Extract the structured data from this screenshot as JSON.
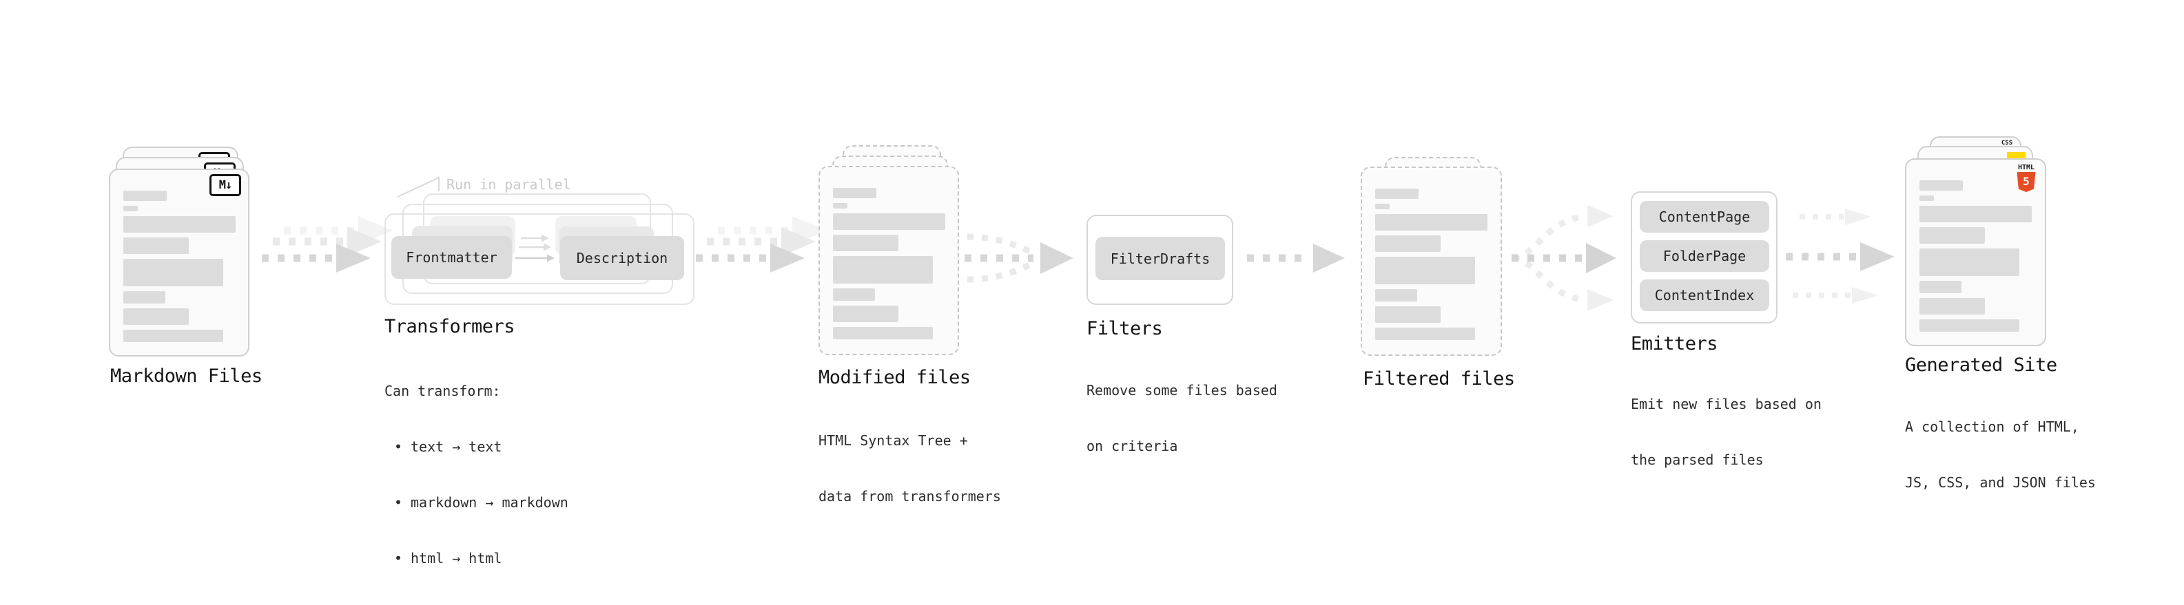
{
  "sections": {
    "markdown_files": {
      "title": "Markdown Files",
      "icon_label": "M↓"
    },
    "transformers": {
      "callout": "Run in parallel",
      "stages": [
        "Frontmatter",
        "Description"
      ],
      "title": "Transformers",
      "lead": "Can transform:",
      "bullet_char": "•",
      "bullets": [
        "text → text",
        "markdown → markdown",
        "html → html"
      ]
    },
    "modified_files": {
      "title": "Modified files",
      "desc": [
        "HTML Syntax Tree +",
        "data from transformers"
      ]
    },
    "filters": {
      "stage": "FilterDrafts",
      "title": "Filters",
      "desc": [
        "Remove some files based",
        "on criteria"
      ]
    },
    "filtered_files": {
      "title": "Filtered files"
    },
    "emitters": {
      "stages": [
        "ContentPage",
        "FolderPage",
        "ContentIndex"
      ],
      "title": "Emitters",
      "desc": [
        "Emit new files based on",
        "the parsed files"
      ]
    },
    "generated_site": {
      "title": "Generated Site",
      "desc": [
        "A collection of HTML,",
        "JS, CSS, and JSON files"
      ],
      "badges": {
        "css": "CSS",
        "html": "HTML",
        "html5": "5"
      }
    }
  },
  "colors": {
    "html5_orange": "#e44d26",
    "js_yellow": "#ffd900",
    "css_blue": "#2062af",
    "stage_gray": "#dcdcdc",
    "arrow_gray": "#d7d7d7"
  }
}
